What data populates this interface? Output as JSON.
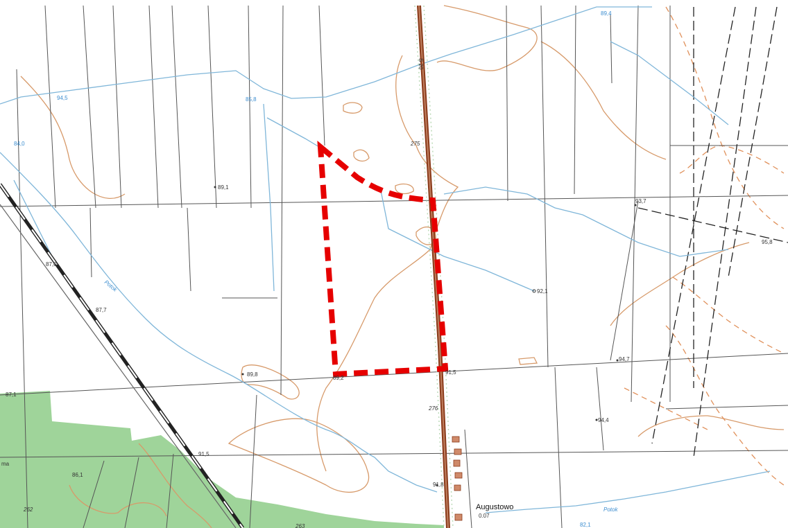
{
  "colors": {
    "background": "#ffffff",
    "forest": "#9fd49a",
    "road": "#8a3b1a",
    "contour": "#d79a6a",
    "water": "#7fb6d9",
    "grid": "#555555",
    "boundary": "#e60000"
  },
  "map": {
    "place_name": "Augustowo",
    "place_value": "0.07",
    "road_number": "S 20",
    "stream_name": "Potok",
    "contour_labels": [
      "275",
      "276",
      "262",
      "263"
    ],
    "spot_heights": [
      "89,1",
      "87,7",
      "87,0",
      "92,1",
      "93,7",
      "94,7",
      "91,5",
      "89,8",
      "94,4",
      "91,8",
      "86,1",
      "91,5",
      "87,1",
      "89,2",
      "82,1",
      "89,4",
      "94,5",
      "85,8",
      "84,0",
      "95,8"
    ],
    "edge_label": "ma"
  }
}
